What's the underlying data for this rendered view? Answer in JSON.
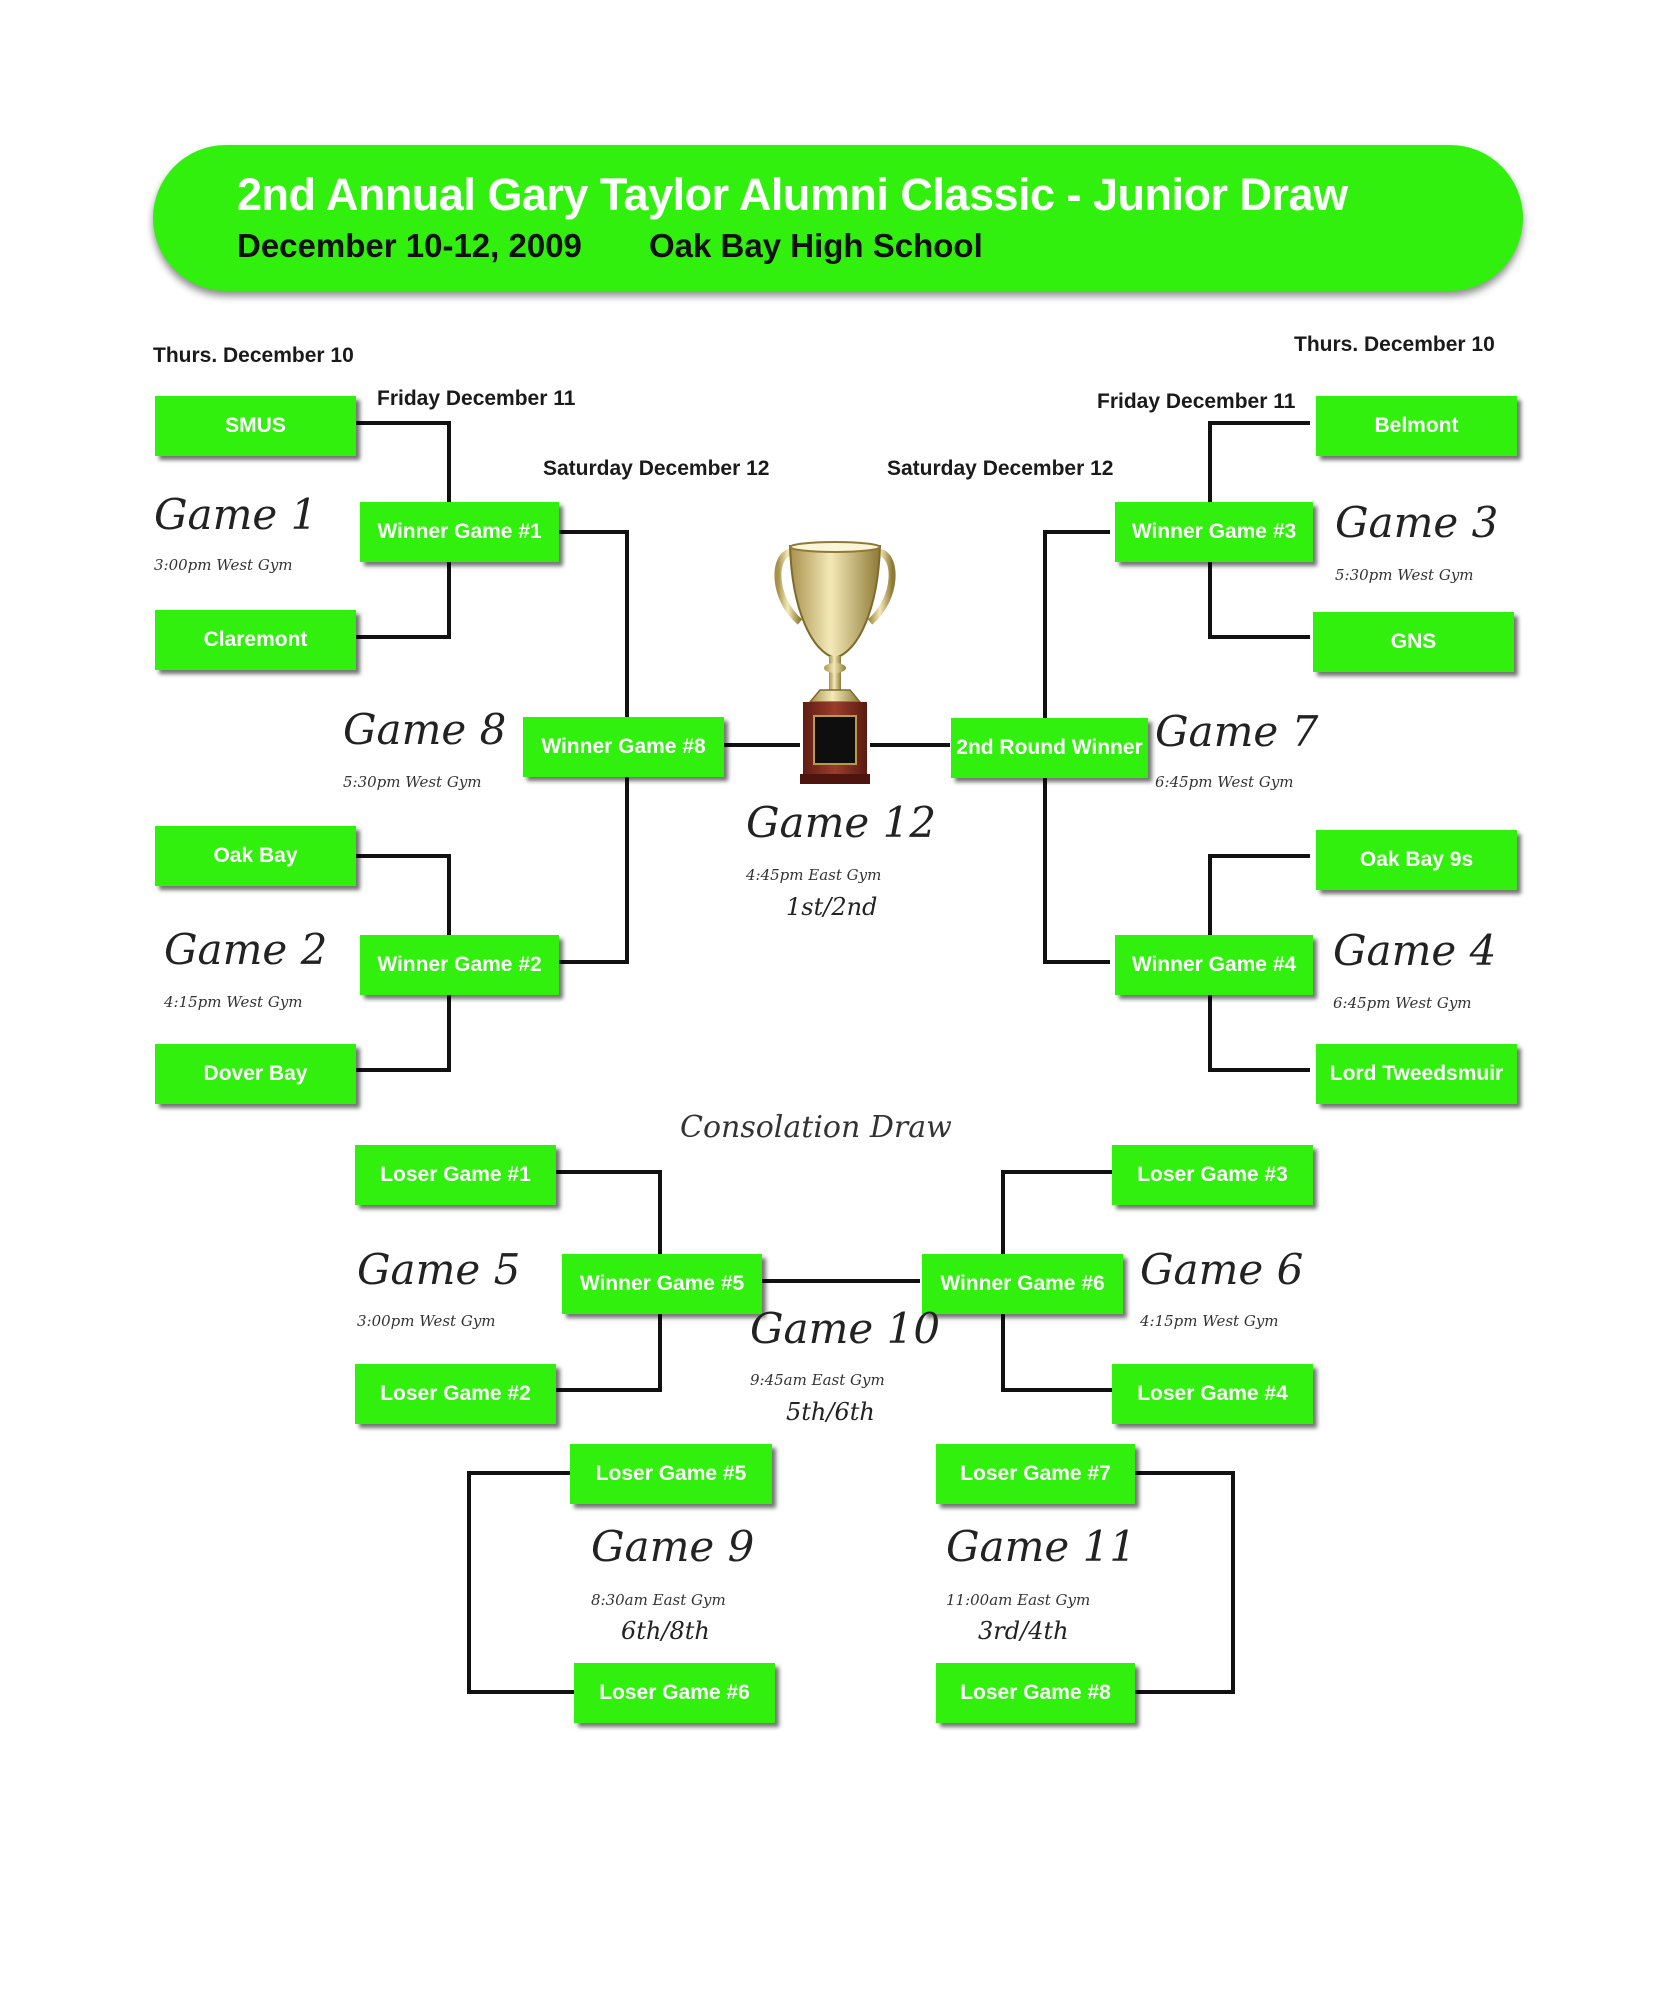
{
  "header": {
    "title": "2nd Annual Gary Taylor Alumni Classic - Junior Draw",
    "dates": "December 10-12, 2009",
    "venue": "Oak Bay High School"
  },
  "day_labels": {
    "left_thurs": "Thurs. December 10",
    "left_fri": "Friday December 11",
    "left_sat": "Saturday December 12",
    "right_thurs": "Thurs. December 10",
    "right_fri": "Friday December 11",
    "right_sat": "Saturday December 12"
  },
  "boxes": {
    "smus": "SMUS",
    "claremont": "Claremont",
    "oak_bay": "Oak Bay",
    "dover_bay": "Dover Bay",
    "belmont": "Belmont",
    "gns": "GNS",
    "oak_bay_9s": "Oak Bay 9s",
    "lord_tweedsmuir": "Lord Tweedsmuir",
    "winner_game_1": "Winner Game #1",
    "winner_game_2": "Winner Game #2",
    "winner_game_3": "Winner Game #3",
    "winner_game_4": "Winner Game #4",
    "winner_game_8": "Winner Game #8",
    "second_round_winner": "2nd Round Winner",
    "loser_game_1": "Loser Game #1",
    "loser_game_2": "Loser Game #2",
    "loser_game_3": "Loser Game #3",
    "loser_game_4": "Loser Game #4",
    "winner_game_5": "Winner Game #5",
    "winner_game_6": "Winner Game #6",
    "loser_game_5": "Loser Game #5",
    "loser_game_6": "Loser Game #6",
    "loser_game_7": "Loser Game #7",
    "loser_game_8": "Loser Game #8"
  },
  "games": {
    "g1": {
      "title": "Game 1",
      "time": "3:00pm West Gym"
    },
    "g2": {
      "title": "Game 2",
      "time": "4:15pm West Gym"
    },
    "g3": {
      "title": "Game 3",
      "time": "5:30pm West Gym"
    },
    "g4": {
      "title": "Game 4",
      "time": "6:45pm West Gym"
    },
    "g5": {
      "title": "Game 5",
      "time": "3:00pm West Gym"
    },
    "g6": {
      "title": "Game 6",
      "time": "4:15pm West Gym"
    },
    "g7": {
      "title": "Game 7",
      "time": "6:45pm West Gym"
    },
    "g8": {
      "title": "Game 8",
      "time": "5:30pm West Gym"
    },
    "g9": {
      "title": "Game 9",
      "time": "8:30am East Gym",
      "place": "6th/8th"
    },
    "g10": {
      "title": "Game 10",
      "time": "9:45am East Gym",
      "place": "5th/6th"
    },
    "g11": {
      "title": "Game 11",
      "time": "11:00am East Gym",
      "place": "3rd/4th"
    },
    "g12": {
      "title": "Game 12",
      "time": "4:45pm East Gym",
      "place": "1st/2nd"
    }
  },
  "consolation": {
    "title": "Consolation Draw"
  },
  "icons": {
    "trophy": "trophy-icon"
  },
  "colors": {
    "box_green": "#32f00e",
    "banner_green": "#32f00e",
    "line": "#111111",
    "trophy_gold": "#c9b25a",
    "trophy_base": "#8b2f22"
  }
}
